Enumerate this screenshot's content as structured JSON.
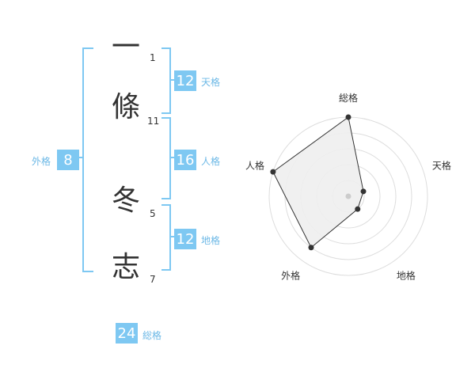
{
  "name": {
    "chars": [
      {
        "char": "一",
        "strokes": "1"
      },
      {
        "char": "條",
        "strokes": "11"
      },
      {
        "char": "冬",
        "strokes": "5"
      },
      {
        "char": "志",
        "strokes": "7"
      }
    ]
  },
  "fortunes": {
    "tenkaku": {
      "value": "12",
      "label": "天格"
    },
    "jinkaku": {
      "value": "16",
      "label": "人格"
    },
    "chikaku": {
      "value": "12",
      "label": "地格"
    },
    "gaikaku": {
      "value": "8",
      "label": "外格"
    },
    "soukaku": {
      "value": "24",
      "label": "総格"
    }
  },
  "chart_data": {
    "type": "radar",
    "axes": [
      "総格",
      "天格",
      "地格",
      "外格",
      "人格"
    ],
    "values": [
      5,
      1,
      1,
      4,
      5
    ],
    "scale_max": 5,
    "rings": 5,
    "colors": {
      "grid": "#dddddd",
      "fill": "#eeeeee",
      "line": "#333333",
      "point": "#333333",
      "center": "#cccccc"
    }
  }
}
